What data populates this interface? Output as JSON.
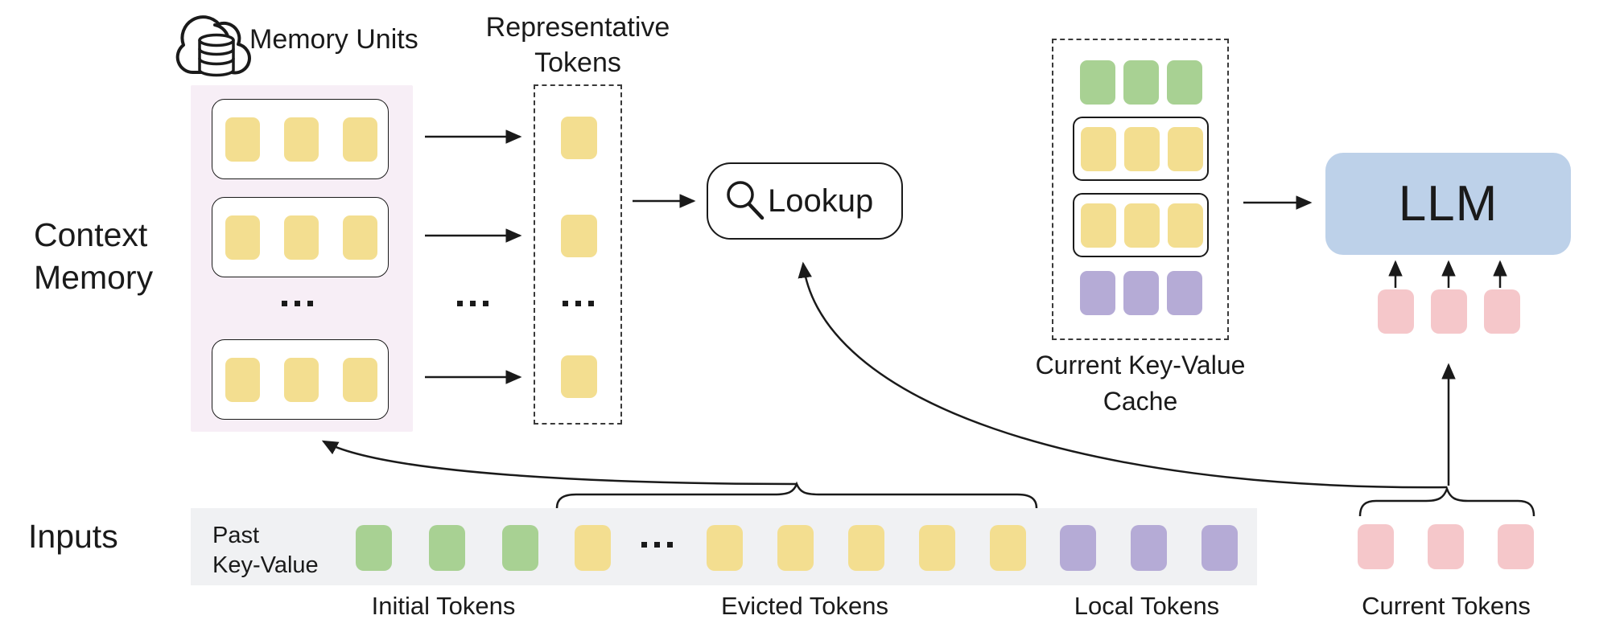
{
  "colors": {
    "line": "#1a1a1a",
    "yellow": "#F3DE90",
    "green": "#A8D193",
    "purple": "#B5ABD6",
    "pink": "#F5C7CA",
    "panel_bg": "#F7EEF6",
    "bar_bg": "#F0F1F3",
    "llm_bg": "#BDD1E9"
  },
  "icons": {
    "memory_units": "cloud-database",
    "lookup": "magnifying-glass"
  },
  "labels": {
    "memory_units": "Memory Units",
    "representative_line1": "Representative",
    "representative_line2": "Tokens",
    "context_line1": "Context",
    "context_line2": "Memory",
    "lookup": "Lookup",
    "llm": "LLM",
    "cache_line1": "Current Key-Value",
    "cache_line2": "Cache",
    "inputs": "Inputs",
    "past_line1": "Past",
    "past_line2": "Key-Value",
    "initial_tokens": "Initial Tokens",
    "evicted_tokens": "Evicted Tokens",
    "local_tokens": "Local Tokens",
    "current_tokens": "Current Tokens"
  },
  "token_groups": {
    "memory_unit_1": {
      "count": 3,
      "color": "yellow"
    },
    "memory_unit_2": {
      "count": 3,
      "color": "yellow"
    },
    "memory_unit_3": {
      "count": 3,
      "color": "yellow"
    },
    "representative": {
      "count": 3,
      "color": "yellow"
    },
    "cache_green": {
      "count": 3,
      "color": "green"
    },
    "cache_yellow_1": {
      "count": 3,
      "color": "yellow"
    },
    "cache_yellow_2": {
      "count": 3,
      "color": "yellow"
    },
    "cache_purple": {
      "count": 3,
      "color": "purple"
    },
    "llm_input": {
      "count": 3,
      "color": "pink"
    },
    "current": {
      "count": 3,
      "color": "pink"
    },
    "bar_initial": {
      "count": 3,
      "color": "green"
    },
    "bar_evicted_head": {
      "count": 1,
      "color": "yellow"
    },
    "bar_evicted_tail": {
      "count": 5,
      "color": "yellow"
    },
    "bar_local": {
      "count": 3,
      "color": "purple"
    },
    "dots": {
      "count": 3,
      "color": "line"
    }
  }
}
